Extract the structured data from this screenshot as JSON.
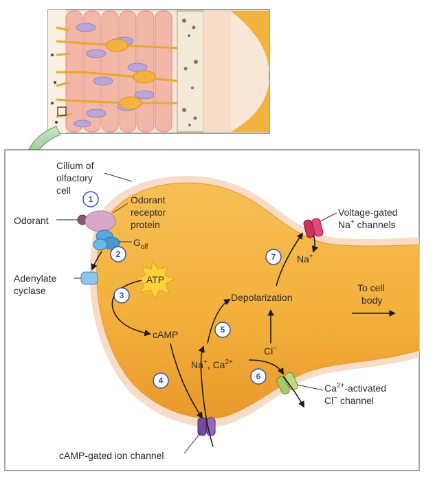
{
  "labels": {
    "cilium_1": "Cilium of",
    "cilium_2": "olfactory",
    "cilium_3": "cell",
    "odorant": "Odorant",
    "receptor_1": "Odorant",
    "receptor_2": "receptor",
    "receptor_3": "protein",
    "golf_main": "G",
    "golf_sub": "olf",
    "adenylate_1": "Adenylate",
    "adenylate_2": "cyclase",
    "atp": "ATP",
    "camp": "cAMP",
    "depolarization": "Depolarization",
    "to_cell_1": "To cell",
    "to_cell_2": "body",
    "na_top_main": "Na",
    "na_top_sup": "+",
    "vg_1": "Voltage-gated",
    "vg_2_main": "Na",
    "vg_2_sup": "+",
    "vg_2_rest": " channels",
    "na_ca_na": "Na",
    "na_ca_plus": "+",
    "na_ca_comma": ", Ca",
    "na_ca_2plus": "2+",
    "cl_main": "Cl",
    "cl_sup": "−",
    "ca_act_ca": "Ca",
    "ca_act_sup": "2+",
    "ca_act_rest": "-activated",
    "ca_ch_cl": "Cl",
    "ca_ch_sup": "−",
    "ca_ch_rest": " channel",
    "camp_gated": "cAMP-gated ion channel"
  },
  "steps": [
    "1",
    "2",
    "3",
    "4",
    "5",
    "6",
    "7"
  ],
  "colors": {
    "cell_fill": "#f4b23e",
    "cell_edge": "#e8952a",
    "membrane": "#f8dcc8",
    "step_circle": "#3a4f9e",
    "receptor": "#d8a8c8",
    "golf": "#5aa8dc",
    "adenylate": "#90c4e8",
    "atp_burst": "#ffd23c",
    "vg_channel": "#d03060",
    "ca_channel": "#a8c86a",
    "camp_channel": "#7a4a9a"
  }
}
